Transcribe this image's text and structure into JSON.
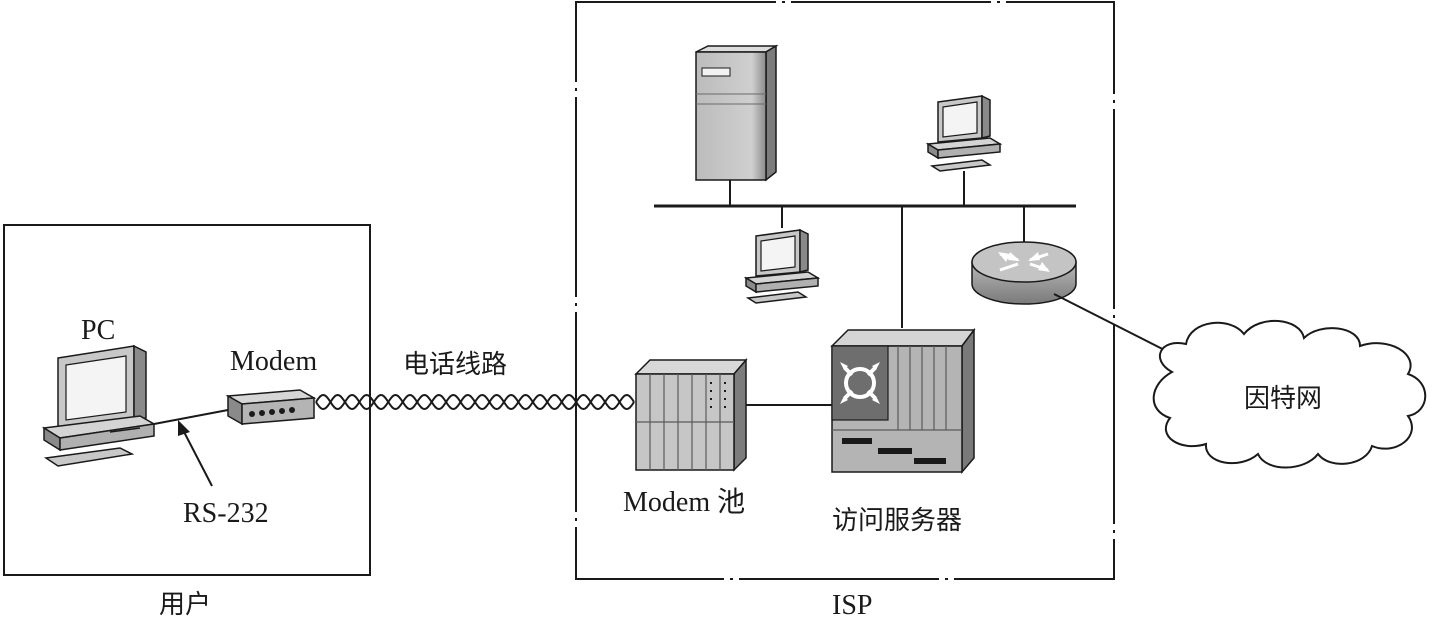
{
  "labels": {
    "pc": "PC",
    "modem": "Modem",
    "rs232": "RS-232",
    "user_box": "用户",
    "phone_line": "电话线路",
    "modem_pool": "Modem 池",
    "access_server": "访问服务器",
    "isp_box": "ISP",
    "internet": "因特网"
  },
  "icons": {
    "pc": "desktop-computer-icon",
    "modem": "modem-icon",
    "server": "tower-server-icon",
    "workstation": "workstation-icon",
    "router": "router-icon",
    "modem_pool": "modem-rack-icon",
    "access_server": "access-server-icon",
    "internet": "cloud-icon"
  },
  "colors": {
    "line": "#1a1a1a",
    "device_light": "#d0d0d0",
    "device_mid": "#a8a8a8",
    "device_dark": "#6e6e6e",
    "screen": "#f4f4f4"
  }
}
